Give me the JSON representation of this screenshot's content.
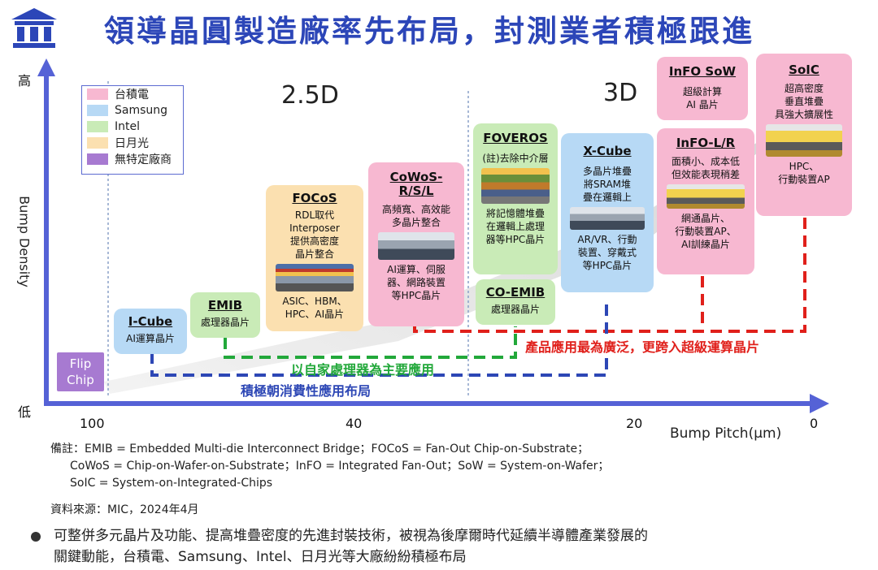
{
  "title": "領導晶圓製造廠率先布局，封測業者積極跟進",
  "axes": {
    "y_high": "高",
    "y_low": "低",
    "y_label": "Bump Density",
    "x_label": "Bump Pitch(μm)",
    "x_ticks": [
      "100",
      "40",
      "20",
      "0"
    ]
  },
  "section_labels": {
    "d25": "2.5D",
    "d3": "3D"
  },
  "legend": [
    {
      "label": "台積電",
      "color": "#f7b8d1"
    },
    {
      "label": "Samsung",
      "color": "#b7d9f5"
    },
    {
      "label": "Intel",
      "color": "#c9ebb7"
    },
    {
      "label": "日月光",
      "color": "#fbe0b0"
    },
    {
      "label": "無特定廠商",
      "color": "#a77ad1"
    }
  ],
  "boxes": {
    "flip_chip": {
      "name": "Flip Chip"
    },
    "icube": {
      "name": "I-Cube",
      "desc": "AI運算晶片"
    },
    "emib": {
      "name": "EMIB",
      "desc": "處理器晶片"
    },
    "focos": {
      "name": "FOCoS",
      "desc1": "RDL取代",
      "desc2": "Interposer",
      "desc3": "提供高密度",
      "desc4": "晶片整合",
      "app1": "ASIC、HBM、",
      "app2": "HPC、AI晶片"
    },
    "cowos": {
      "name1": "CoWoS-",
      "name2": "R/S/L",
      "desc1": "高頻寬、高效能",
      "desc2": "多晶片整合",
      "app1": "AI運算、伺服",
      "app2": "器、網路裝置",
      "app3": "等HPC晶片"
    },
    "foveros": {
      "name": "FOVEROS",
      "desc": "(註)去除中介層",
      "app1": "將記憶體堆疊",
      "app2": "在邏輯上處理",
      "app3": "器等HPC晶片"
    },
    "coemib": {
      "name": "CO-EMIB",
      "desc": "處理器晶片"
    },
    "xcube": {
      "name": "X-Cube",
      "desc1": "多晶片堆疊",
      "desc2": "將SRAM堆",
      "desc3": "疊在邏輯上",
      "app1": "AR/VR、行動",
      "app2": "裝置、穿戴式",
      "app3": "等HPC晶片"
    },
    "info_sow": {
      "name": "InFO SoW",
      "desc1": "超級計算",
      "desc2": "AI 晶片"
    },
    "info_lr": {
      "name": "InFO-L/R",
      "desc1": "面積小、成本低",
      "desc2": "但效能表現稍差",
      "app1": "網通晶片、",
      "app2": "行動裝置AP、",
      "app3": "AI訓練晶片"
    },
    "soic": {
      "name": "SoIC",
      "desc1": "超高密度",
      "desc2": "垂直堆疊",
      "desc3": "具強大擴展性",
      "app1": "HPC、",
      "app2": "行動裝置AP"
    }
  },
  "annotations": {
    "red": "產品應用最為廣泛，更跨入超級運算晶片",
    "green": "以自家處理器為主要應用",
    "blue": "積極朝消費性應用布局"
  },
  "colors": {
    "red": "#e0201b",
    "green": "#22a83a",
    "blue": "#2d47b5",
    "axis": "#5562d6"
  },
  "notes": {
    "line1": "備註：EMIB = Embedded Multi-die Interconnect Bridge；FOCoS = Fan-Out Chip-on-Substrate；",
    "line2": "CoWoS = Chip-on-Wafer-on-Substrate；InFO = Integrated Fan-Out；SoW = System-on-Wafer；",
    "line3": "SoIC = System-on-Integrated-Chips",
    "source": "資料來源：MIC，2024年4月"
  },
  "bullet": {
    "line1": "可整併多元晶片及功能、提高堆疊密度的先進封裝技術，被視為後摩爾時代延續半導體產業發展的",
    "line2": "關鍵動能，台積電、Samsung、Intel、日月光等大廠紛紛積極布局"
  }
}
